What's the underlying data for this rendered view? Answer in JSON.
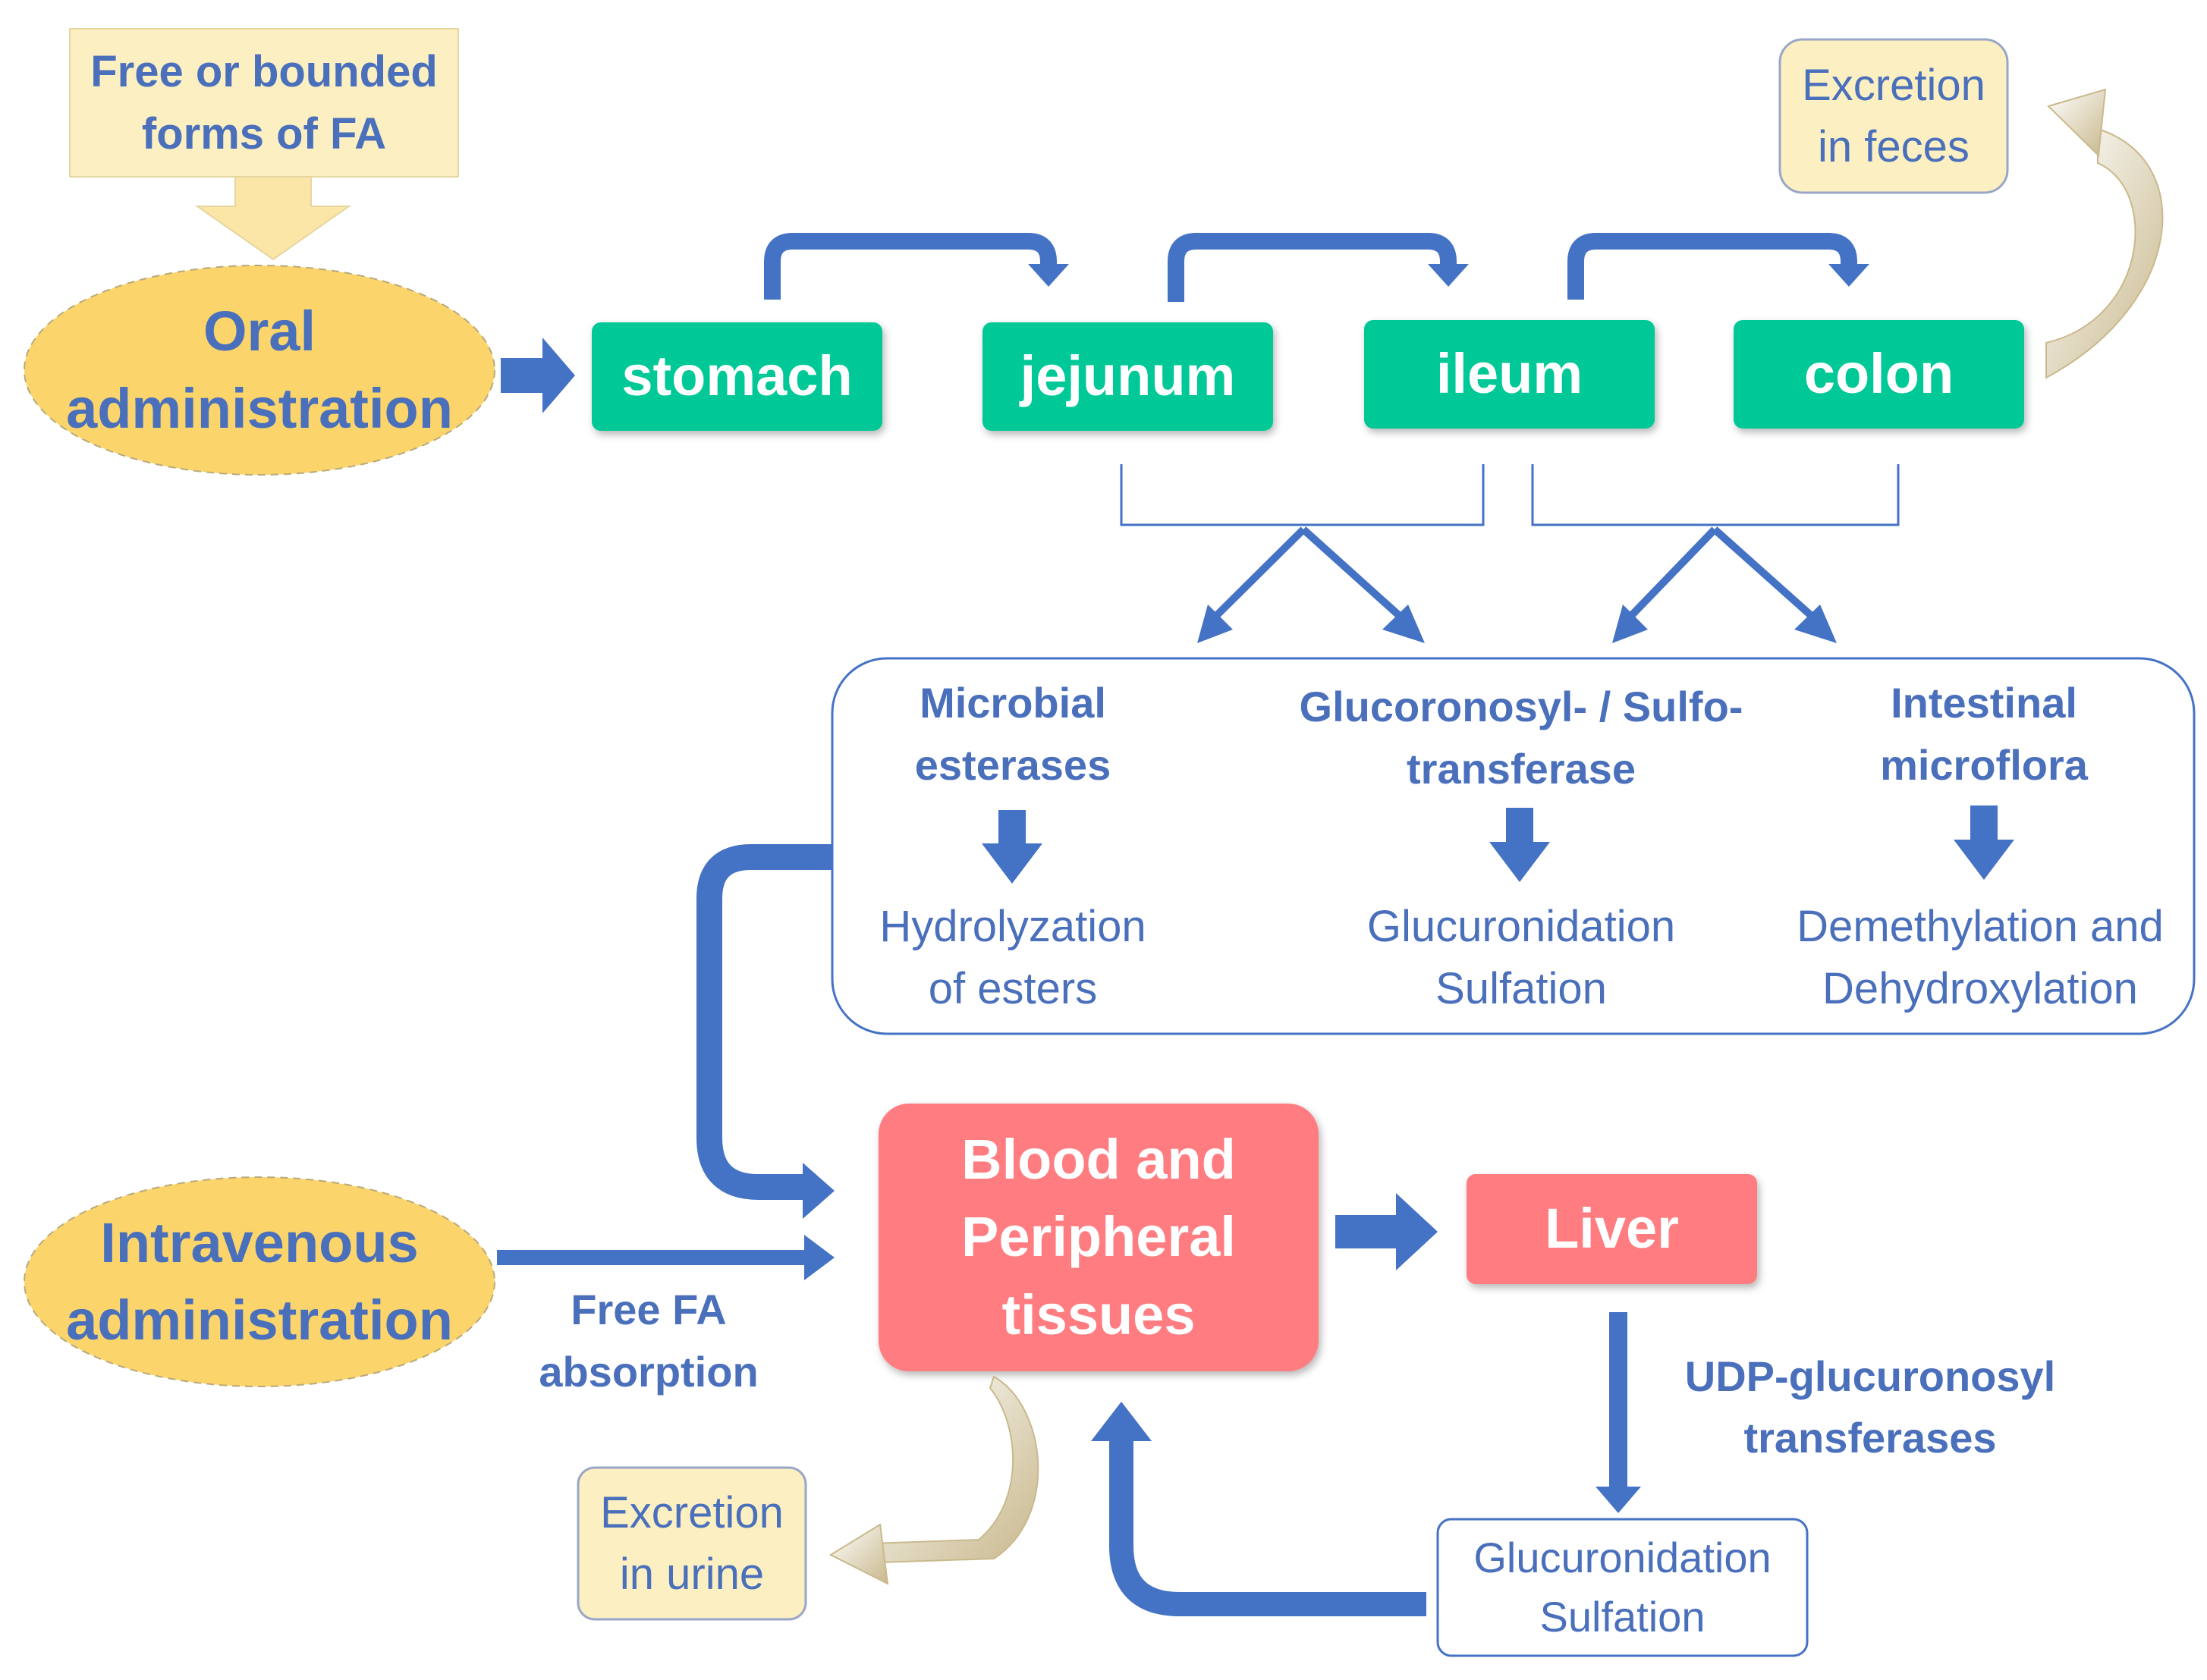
{
  "inputs": {
    "oral_source": "Free or bounded\nforms of FA",
    "oral_administration": "Oral\nadministration",
    "intravenous_administration": "Intravenous\nadministration"
  },
  "gut_segments": [
    "stomach",
    "jejunum",
    "ileum",
    "colon"
  ],
  "excretion": {
    "feces": "Excretion\nin feces",
    "urine": "Excretion\nin urine"
  },
  "metabolism": [
    {
      "agent": "Microbial\nesterases",
      "process": "Hydrolyzation\nof esters"
    },
    {
      "agent": "Glucoronosyl- / Sulfo-\ntransferase",
      "process": "Glucuronidation\nSulfation"
    },
    {
      "agent": "Intestinal\nmicroflora",
      "process": "Demethylation and\nDehydroxylation"
    }
  ],
  "systemic": {
    "blood": "Blood and\nPeripheral\ntissues",
    "liver": "Liver",
    "free_fa_absorption": "Free FA\nabsorption",
    "liver_enzymes": "UDP-glucuronosyl\ntransferases",
    "liver_conjugation": "Glucuronidation\nSulfation"
  },
  "colors": {
    "blue_arrow": "#4472c4",
    "text_blue": "#4a6fbb",
    "gut_green": "#00c896",
    "red_box": "#ff7c80",
    "yellow_oval": "#fbd56b",
    "cream_box": "#fcefc1",
    "cream_arrow": "#d8c9a0"
  }
}
